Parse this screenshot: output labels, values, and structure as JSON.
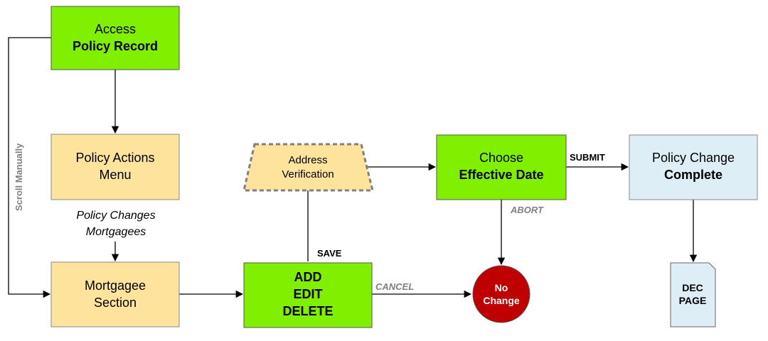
{
  "nodes": {
    "access": {
      "line1": "Access",
      "line2": "Policy Record"
    },
    "actions": {
      "line1": "Policy Actions",
      "line2": "Menu"
    },
    "mortgagee": {
      "line1": "Mortgagee",
      "line2": "Section"
    },
    "aed": {
      "line1": "ADD",
      "line2": "EDIT",
      "line3": "DELETE"
    },
    "address": {
      "line1": "Address",
      "line2": "Verification"
    },
    "effective": {
      "line1": "Choose",
      "line2": "Effective Date"
    },
    "complete": {
      "line1": "Policy Change",
      "line2": "Complete"
    },
    "nochange": {
      "line1": "No",
      "line2": "Change"
    },
    "dec": {
      "line1": "DEC",
      "line2": "PAGE"
    }
  },
  "edges": {
    "scroll": "Scroll Manually",
    "path_line1": "Policy Changes",
    "path_line2": "Mortgagees",
    "save": "SAVE",
    "submit": "SUBMIT",
    "abort": "ABORT",
    "cancel": "CANCEL"
  },
  "colors": {
    "green": "#80f000",
    "yellow": "#fde39c",
    "blue": "#ddeef6",
    "red": "#c00000",
    "border": "#555555"
  }
}
